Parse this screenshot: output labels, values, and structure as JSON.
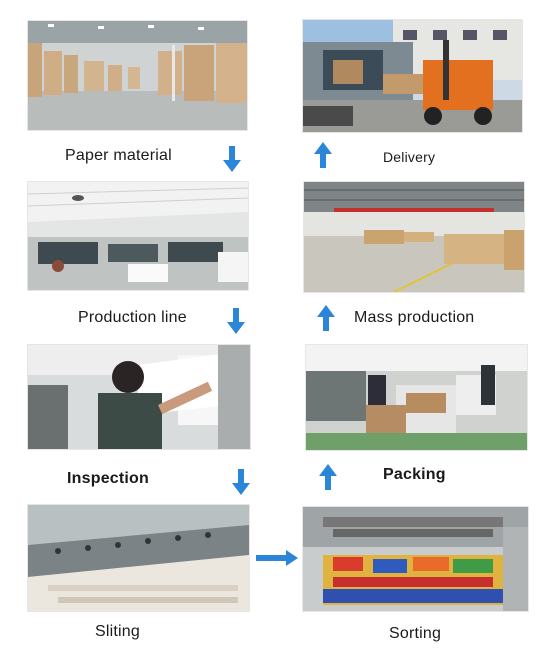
{
  "steps": {
    "paper_material": "Paper material",
    "production_line": "Production line",
    "inspection": "Inspection",
    "sliting": "Sliting",
    "sorting": "Sorting",
    "packing": "Packing",
    "mass_production": "Mass production",
    "delivery": "Delivery"
  },
  "colors": {
    "arrow": "#2b86d9",
    "text": "#1a1a1a"
  },
  "icons": {
    "down": "arrow-down-icon",
    "up": "arrow-up-icon",
    "right": "arrow-right-icon"
  }
}
